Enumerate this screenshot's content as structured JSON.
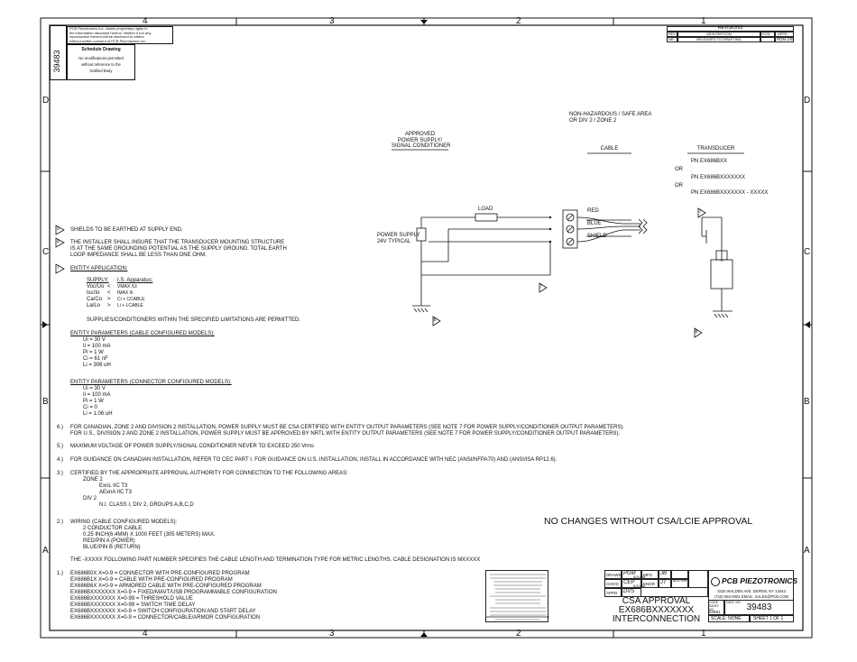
{
  "zones": {
    "top": [
      "4",
      "3",
      "2",
      "1"
    ],
    "bottom": [
      "4",
      "3",
      "2",
      "1"
    ],
    "left": [
      "D",
      "C",
      "B",
      "A"
    ],
    "right": [
      "D",
      "C",
      "B",
      "A"
    ]
  },
  "proprietary_notice": [
    "PCB Piezotronics Inc. claims proprietary rights in",
    "the information disclosed hereon. Neither it nor any",
    "reproduction thereof will be disclosed to others",
    "without written consent of PCB Piezotronics Inc."
  ],
  "schedule_box": {
    "title": "Schedule Drawing",
    "lines": [
      "No modifications permitted",
      "without reference to the",
      "Notified Body"
    ]
  },
  "drawing_number_vertical": "39483",
  "revisions": {
    "title": "REVISIONS",
    "headers": [
      "REV",
      "DESCRIPTION",
      "ECN",
      "APPD"
    ],
    "rows": [
      [
        "NR",
        "RELEASED TO DRAFTING",
        "",
        "PGM 1/6"
      ]
    ]
  },
  "diagram": {
    "area_label": [
      "NON-HAZARDOUS / SAFE AREA",
      "OR DIV 2 / ZONE 2"
    ],
    "approved_supply": [
      "APPROVED",
      "POWER SUPPLY/",
      "SIGNAL CONDITIONER"
    ],
    "cable_label": "CABLE",
    "transducer_label": "TRANSDUCER",
    "pn_lines": [
      "PN EX686BXX",
      "PN EX686BXXXXXXX",
      "PN EX686BXXXXXXX - XXXXX"
    ],
    "or_label": "OR",
    "load_label": "LOAD",
    "power_supply": [
      "POWER SUPPLY",
      "24V TYPICAL"
    ],
    "wires": [
      "RED",
      "BLUE",
      "SHIELD"
    ],
    "flag7": "7",
    "flag8": "8"
  },
  "notes": {
    "n9": "SHIELDS TO BE EARTHED AT SUPPLY END.",
    "n8": [
      "THE INSTALLER SHALL INSURE THAT THE TRANSDUCER MOUNTING STRUCTURE",
      "IS AT THE SAME GROUNDING POTENTIAL AS THE SUPPLY GROUND.  TOTAL EARTH",
      "LOOP IMPEDANCE SHALL BE LESS THAN ONE OHM."
    ],
    "n7_title": "ENTITY APPLICATION:",
    "supply_head": "SUPPLY:",
    "is_head": "I.S. Apparatus:",
    "entity_rows": [
      [
        "Voc/Uo",
        "<",
        "VMAX /Ui"
      ],
      [
        "Isc/Io",
        "<",
        "IMAX /Ii"
      ],
      [
        "Ca/Co",
        ">",
        "Ci + CCABLE"
      ],
      [
        "La/Lo",
        ">",
        "Li + LCABLE"
      ]
    ],
    "entity_footer": "SUPPLIES/CONDITIONERS WITHIN THE SPECIFIED LIMITATIONS ARE PERMITTED.",
    "cable_params_title": "ENTITY PARAMETERS (CABLE CONFIGURED MODELS):",
    "cable_params": [
      "Ui = 30 V",
      "Ii = 100 mA",
      "Pi = 1 W",
      "Ci = 61 nF",
      "Li = 306 uH"
    ],
    "conn_params_title": "ENTITY PARAMETERS (CONNECTOR CONFIGURED MODELS):",
    "conn_params": [
      "Ui = 30 V",
      "Ii = 100 mA",
      "Pi = 1 W",
      "Ci = 0",
      "Li = 1.06 uH"
    ],
    "n6_num": "6.)",
    "n6": [
      "FOR CANADIAN, ZONE 2 AND DIVISION 2 INSTALLATION, POWER SUPPLY MUST BE CSA CERTIFIED WITH ENTITY OUTPUT PARAMETERS (SEE NOTE 7 FOR POWER SUPPLY/CONDITIONER OUTPUT PARAMETERS).",
      "FOR U.S., DIVISION 2 AND ZONE 2 INSTALLATION, POWER SUPPLY MUST BE APPROVED BY NRTL WITH ENTITY OUTPUT PARAMETERS (SEE NOTE 7 FOR POWER SUPPLY/CONDITIONER OUTPUT PARAMETERS)."
    ],
    "n5_num": "5.)",
    "n5": "MAXIMUM VOLTAGE OF POWER SUPPLY/SIGNAL CONDITIONER NEVER TO EXCEED 250 Vrms",
    "n4_num": "4.)",
    "n4": "FOR GUIDANCE ON CANADIAN INSTALLATION, REFER TO CEC PART I.  FOR GUIDANCE ON U.S. INSTALLATION, INSTALL IN ACCORDANCE WITH NEC (ANSI/NFPA70) AND (ANSI/ISA RP12.6).",
    "n3_num": "3.)",
    "n3": "CERTIFIED BY THE APPROPRIATE APPROVAL AUTHORITY FOR CONNECTION TO THE FOLLOWING AREAS:",
    "n3_zone": "ZONE 2",
    "n3_zone_lines": [
      "ExnL IIC T3",
      "AExnA IIC T3"
    ],
    "n3_div": "DIV 2",
    "n3_div_line": "N.I. CLASS I, DIV 2, GROUPS A,B,C,D",
    "n2_num": "2.)",
    "n2_title": "WIRING (CABLE CONFIGURED MODELS):",
    "n2_lines": [
      "2 CONDUCTOR CABLE",
      "0.25 INCH(6.4MM) X 1000 FEET (305 METERS) MAX.",
      "RED/PIN A (POWER)",
      "BLUE/PIN B (RETURN)"
    ],
    "xxxxx_note": "THE -XXXXX FOLLOWING PART NUMBER SPECIFIES THE CABLE LENGTH AND TERMINATION TYPE FOR METRIC LENGTHS. CABLE DESIGNATION IS MXXXXX",
    "n1_num": "1.)",
    "n1": [
      "EX686B0X X=0-9 = CONNECTOR WITH PRE-CONFIGURED PROGRAM",
      "EX686B1X X=0-9 = CABLE WITH PRE-CONFIGURED PROGRAM",
      "EX686B6X X=0-9 = ARMORED CABLE WITH PRE-CONFIGURED PROGRAM",
      "EX686BXXXXXXX X=0-9 = FIXED/MAVT/USB PROGRAMMABLE CONFIGURATION",
      "EX686BXXXXXXX X=0-99 = THRESHOLD VALUE",
      "EX686BXXXXXXX X=0-99 = SWITCH TIME DELAY",
      "EX686BXXXXXXX X=0-9 = SWITCH CONFIGURATION AND START DELAY",
      "EX686BXXXXXXX X=0-9 = CONNECTOR/CABLE/ARMOR CONFIGURATION"
    ]
  },
  "no_changes": "NO CHANGES WITHOUT CSA/LCIE APPROVAL",
  "title_block": {
    "drawn": "DRAWN",
    "chkd": "CHK'D",
    "appd": "APPD",
    "mfg": "MFG",
    "engr": "ENGR",
    "drawn_sig": "PGM",
    "drawn_date": "5/20/08",
    "chkd_sig": "CEP",
    "chkd_date": "5/20/08",
    "appd_sig": "DVS",
    "mfg_sig": "JB",
    "engr_sig": "JT",
    "date_right": "6/17/08",
    "title": [
      "CSA APPROVAL",
      "EX686BXXXXXXX",
      "INTERCONNECTION"
    ],
    "company": "PCB PIEZOTRONICS",
    "address": [
      "3425 WALDEN AVE. DEPEW, NY 14043",
      "(716) 684-0001  EMAIL: SALES@PCB.COM"
    ],
    "code_label": "CODE IDENT. NO.",
    "code": "52681",
    "dwg_label": "DWG. NO.",
    "dwg_no": "39483",
    "scale": "SCALE: NONE",
    "sheet": "SHEET 1 OF 1"
  }
}
